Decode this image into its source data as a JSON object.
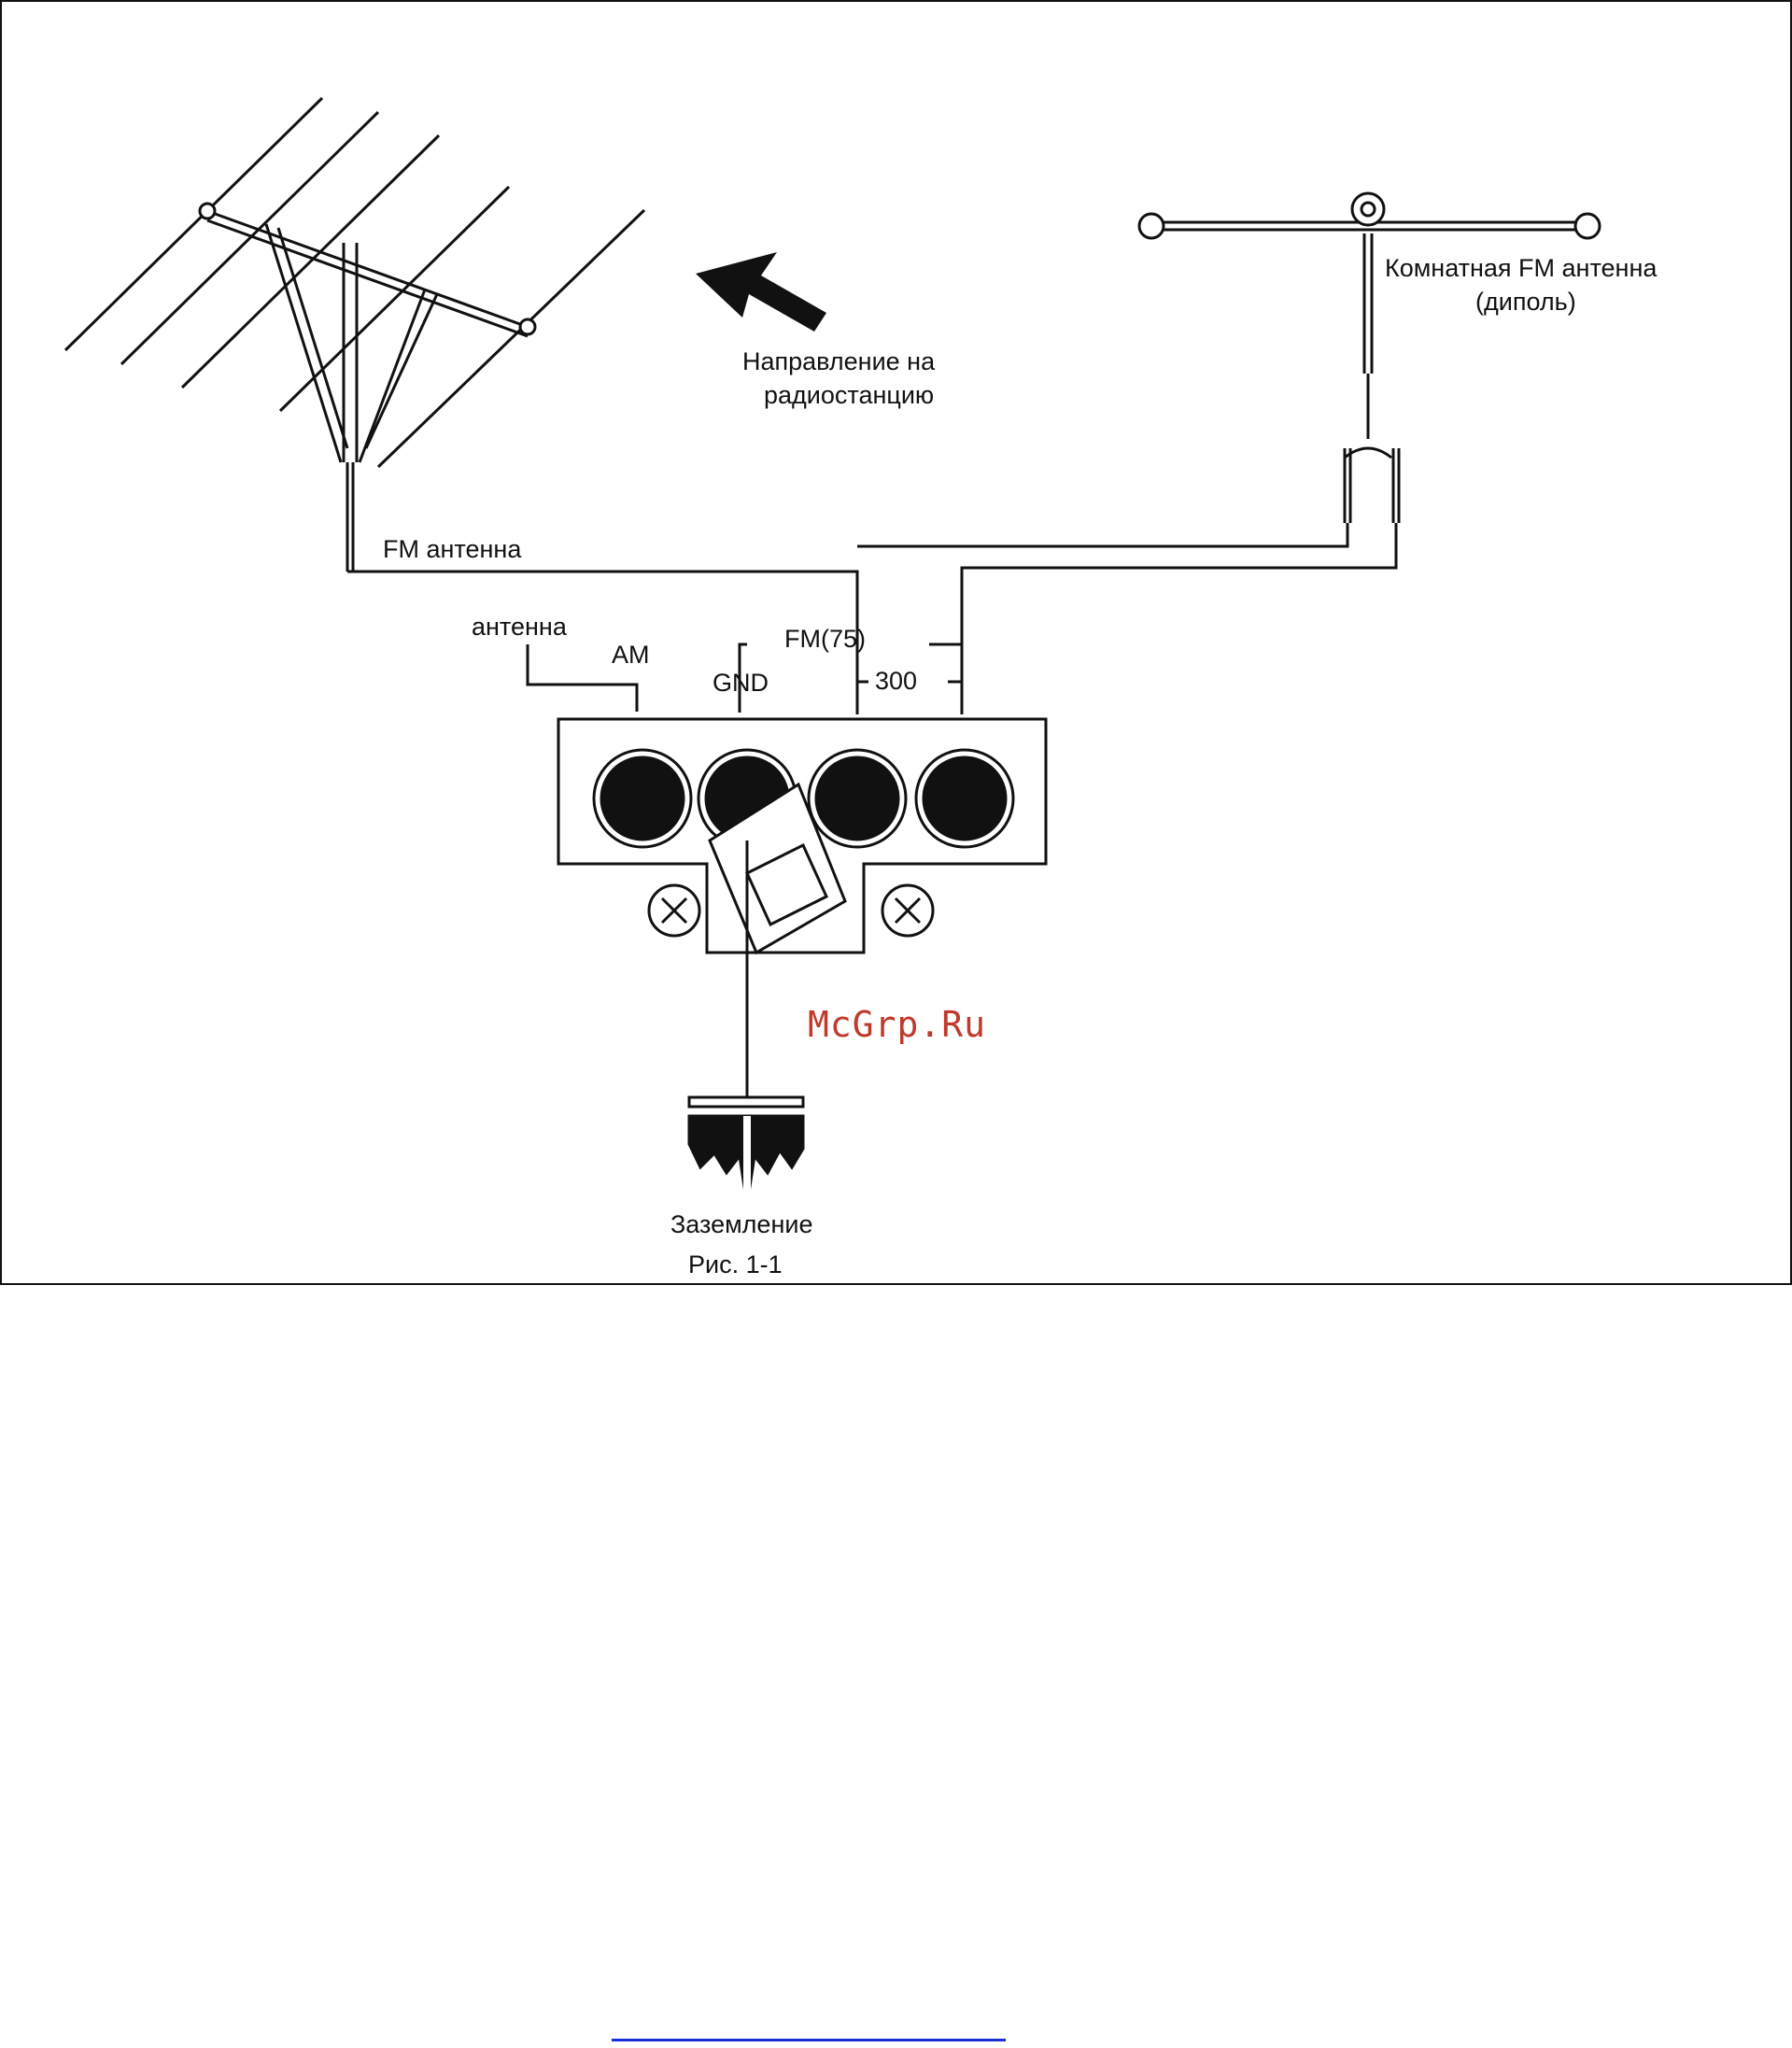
{
  "figure": {
    "direction_label_line1": "Направление на",
    "direction_label_line2": "радиостанцию",
    "indoor_antenna_line1": "Комнатная FM антенна",
    "indoor_antenna_line2": "(диполь)",
    "fm_antenna_label": "FM антенна",
    "am_antenna_label": "антенна",
    "terminal_am": "AM",
    "terminal_gnd": "GND",
    "terminal_fm75": "FM(75)",
    "terminal_300": "300",
    "ground_label": "Заземление",
    "caption": "Рис. 1-1",
    "watermark": "McGrp.Ru"
  },
  "colors": {
    "line": "#111111",
    "watermark": "#c0392b",
    "link": "#1a2fd6"
  }
}
